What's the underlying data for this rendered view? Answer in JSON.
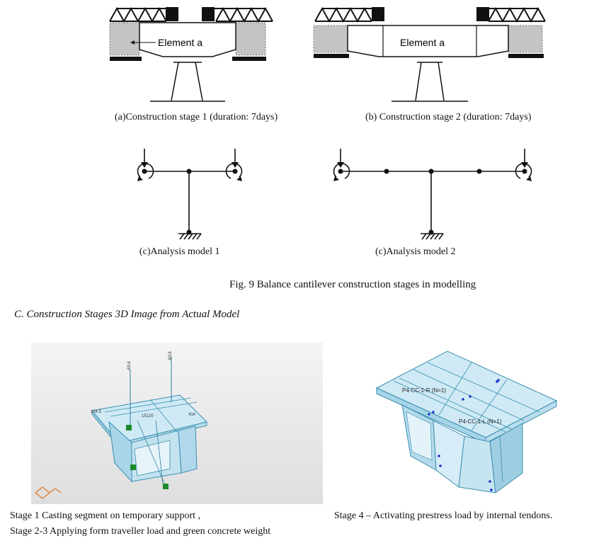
{
  "figure_top": {
    "stage1": {
      "element_label": "Element a",
      "caption": "(a)Construction stage 1 (duration: 7days)"
    },
    "stage2": {
      "element_label": "Element a",
      "caption": "(b) Construction stage 2 (duration: 7days)"
    },
    "model1": {
      "caption": "(c)Analysis model 1"
    },
    "model2": {
      "caption": "(c)Analysis model 2"
    },
    "fig_caption": "Fig. 9 Balance cantilever construction stages in modelling"
  },
  "section": {
    "heading": "C.   Construction Stages 3D Image from Actual Model"
  },
  "images": {
    "left": {
      "labels": {
        "a": "-63.6",
        "b": "-63.6",
        "c": "124.5",
        "d": "15120",
        "e": "414"
      },
      "caption_line1": "Stage 1  Casting segment on temporary support ,",
      "caption_line2": "Stage 2-3 Applying form traveller load and green concrete weight"
    },
    "right": {
      "labels": {
        "tendon_r": "P4-CC-1-R (N=1)",
        "tendon_l": "P4-CC-1-L (N=1)"
      },
      "caption": "Stage 4 – Activating prestress load by internal tendons."
    }
  },
  "colors": {
    "box_face": "#cfe9f4",
    "box_edge": "#3b8fb0",
    "viewport_bg": "#e9e9e9",
    "tendon_dot": "#1a2fd0"
  }
}
